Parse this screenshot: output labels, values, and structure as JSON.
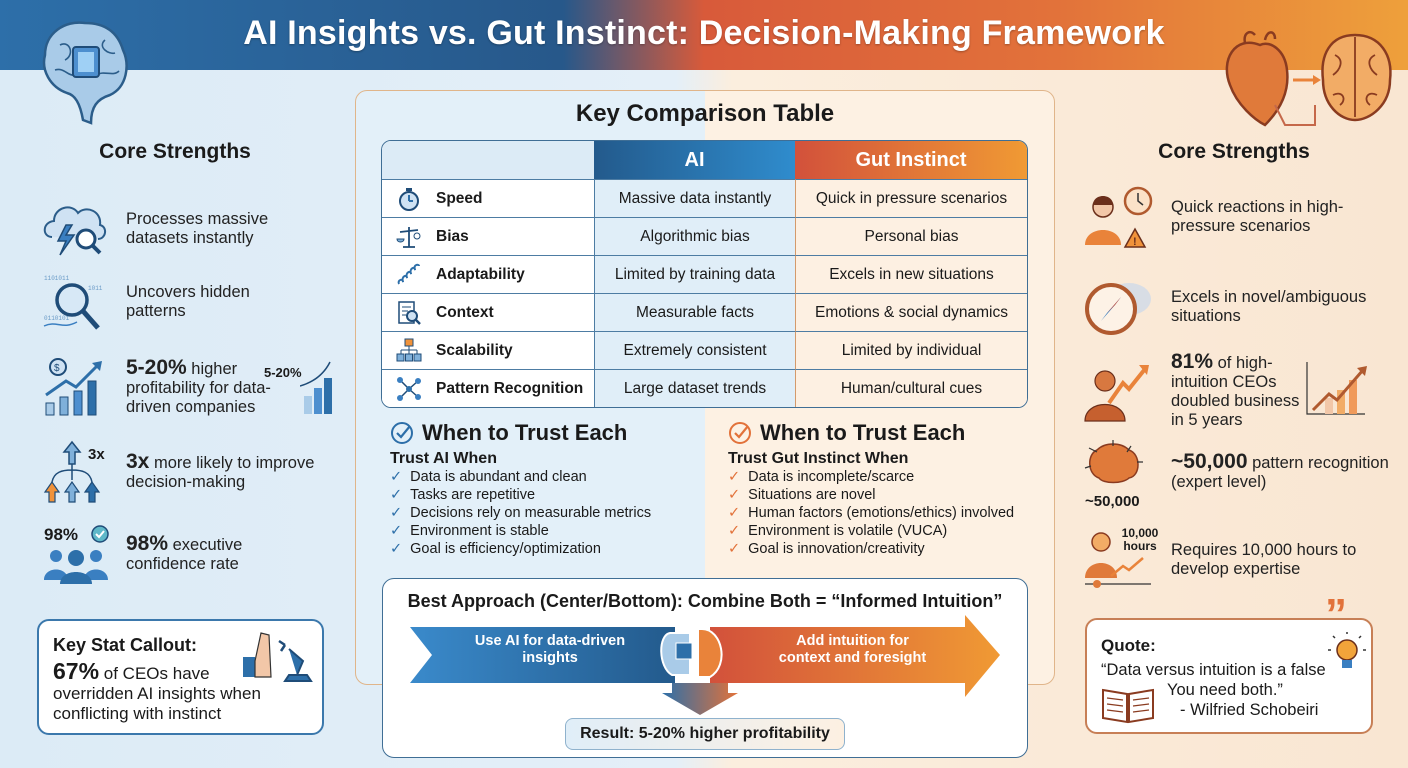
{
  "title": "AI Insights vs. Gut Instinct: Decision-Making Framework",
  "colors": {
    "ai_blue": "#2d6fa9",
    "gut_orange": "#e2723a"
  },
  "left": {
    "heading": "Core Strengths",
    "items": [
      {
        "icon": "cloud-search-icon",
        "text": "Processes massive datasets instantly"
      },
      {
        "icon": "data-magnifier-icon",
        "text": "Uncovers hidden patterns"
      },
      {
        "icon": "growth-chart-icon",
        "stat": "5-20%",
        "text": " higher profitability for data-driven companies",
        "badge": "5-20%"
      },
      {
        "icon": "arrows-up-icon",
        "stat": "3x",
        "text": " more likely to improve decision-making",
        "badge": "3x"
      },
      {
        "icon": "team-check-icon",
        "stat": "98%",
        "text": " executive confidence rate",
        "badge": "98%"
      }
    ],
    "callout": {
      "title": "Key Stat Callout:",
      "stat": "67%",
      "text": " of CEOs have overridden AI insights when conflicting with instinct"
    }
  },
  "table": {
    "title": "Key Comparison Table",
    "headers": [
      "",
      "AI",
      "Gut Instinct"
    ],
    "rows": [
      {
        "icon": "stopwatch-icon",
        "feature": "Speed",
        "ai": "Massive data instantly",
        "gut": "Quick in pressure scenarios"
      },
      {
        "icon": "scales-icon",
        "feature": "Bias",
        "ai": "Algorithmic bias",
        "gut": "Personal bias"
      },
      {
        "icon": "spring-icon",
        "feature": "Adaptability",
        "ai": "Limited by training data",
        "gut": "Excels in new situations"
      },
      {
        "icon": "document-search-icon",
        "feature": "Context",
        "ai": "Measurable facts",
        "gut": "Emotions & social dynamics"
      },
      {
        "icon": "hierarchy-icon",
        "feature": "Scalability",
        "ai": "Extremely consistent",
        "gut": "Limited by individual"
      },
      {
        "icon": "network-icon",
        "feature": "Pattern Recognition",
        "ai": "Large dataset trends",
        "gut": "Human/cultural cues"
      }
    ]
  },
  "trust_ai": {
    "heading": "When to Trust Each",
    "subheading": "Trust AI When",
    "items": [
      "Data is abundant and clean",
      "Tasks are repetitive",
      "Decisions rely on measurable metrics",
      "Environment is stable",
      "Goal is efficiency/optimization"
    ]
  },
  "trust_gut": {
    "heading": "When to Trust Each",
    "subheading": "Trust Gut Instinct When",
    "items": [
      "Data is incomplete/scarce",
      "Situations are novel",
      "Human factors (emotions/ethics) involved",
      "Environment is volatile (VUCA)",
      "Goal is innovation/creativity"
    ]
  },
  "best": {
    "title": "Best Approach (Center/Bottom): Combine Both = “Informed Intuition”",
    "left_arrow": "Use AI for data-driven insights",
    "right_arrow": "Add intuition for context and foresight",
    "result": "Result: 5-20% higher profitability"
  },
  "right": {
    "heading": "Core Strengths",
    "items": [
      {
        "icon": "person-clock-alert-icon",
        "text": "Quick reactions in high-pressure scenarios"
      },
      {
        "icon": "compass-icon",
        "text": "Excels in novel/ambiguous situations"
      },
      {
        "icon": "executive-growth-icon",
        "stat": "81%",
        "text": " of high-intuition CEOs doubled business in 5 years"
      },
      {
        "icon": "brain-network-icon",
        "stat": "~50,000",
        "text": " pattern recognition (expert level)",
        "badge": "~50,000"
      },
      {
        "icon": "person-progress-icon",
        "text": "Requires 10,000 hours to develop expertise",
        "badge": "10,000 hours"
      }
    ],
    "quote": {
      "title": "Quote:",
      "line1": "“Data versus intuition is a false",
      "line2": "You need both.”",
      "author": "- Wilfried Schobeiri"
    }
  }
}
